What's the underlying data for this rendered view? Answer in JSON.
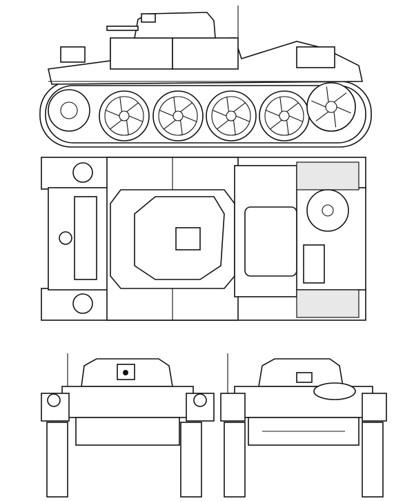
{
  "drawing": {
    "views": [
      "side",
      "top",
      "front",
      "rear"
    ],
    "line_color": "#111111",
    "background": "#ffffff",
    "road_wheels_side_view": 5
  }
}
